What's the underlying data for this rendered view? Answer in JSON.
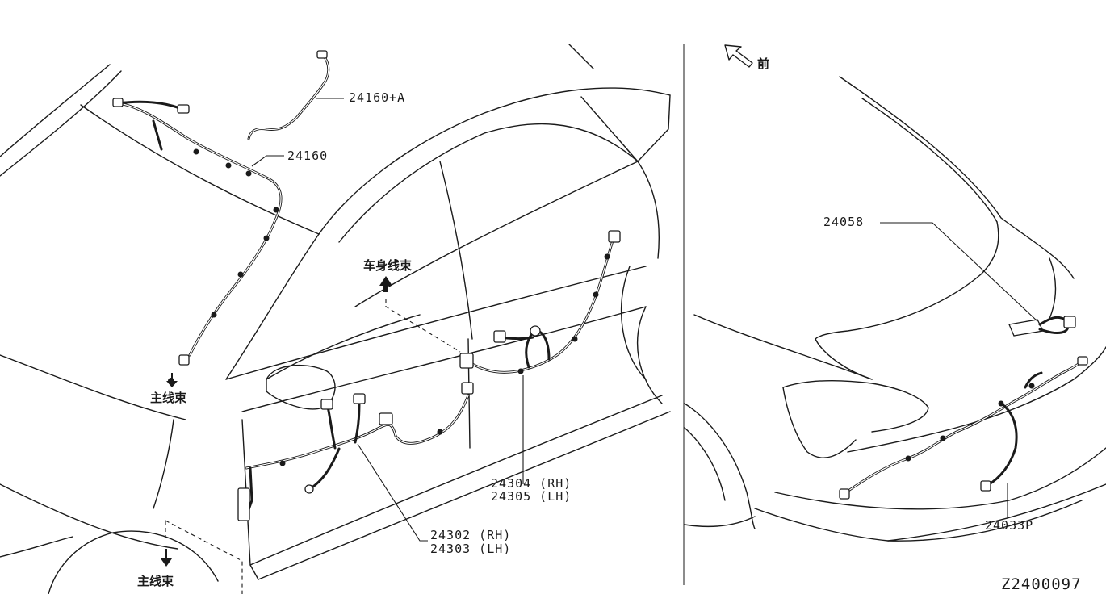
{
  "labels": {
    "roof_a": "24160+A",
    "roof": "24160",
    "body_harness": "车身线束",
    "main_harness_left": "主线束",
    "main_harness_bottom": "主线束",
    "front_door_rh": "24302 (RH)",
    "front_door_lh": "24303 (LH)",
    "rear_door_rh": "24304 (RH)",
    "rear_door_lh": "24305 (LH)",
    "front_marker": "前",
    "rear_part_1": "24058",
    "rear_part_2": "24033P",
    "diagram_code": "Z2400097"
  },
  "icons": {
    "front_arrow": "front-direction-arrow-icon",
    "up_arrow": "up-arrow-icon",
    "down_arrow": "down-arrow-icon"
  }
}
